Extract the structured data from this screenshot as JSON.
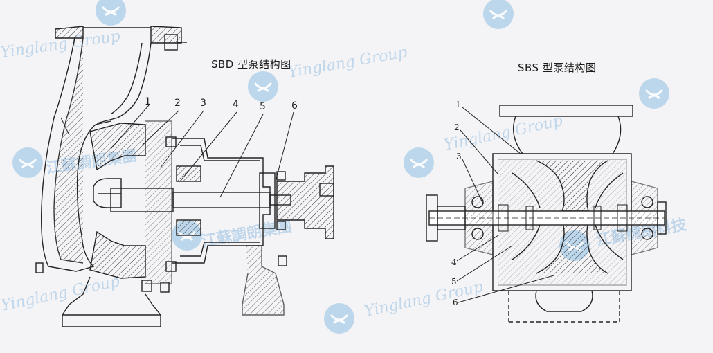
{
  "diagrams": {
    "sbd": {
      "title": "SBD 型泵结构图",
      "callouts": [
        "1",
        "2",
        "3",
        "4",
        "5",
        "6"
      ]
    },
    "sbs": {
      "title": "SBS 型泵结构图",
      "callouts": [
        "1",
        "2",
        "3",
        "4",
        "5",
        "6"
      ]
    }
  },
  "watermark": {
    "company_en": "Yinglang Group",
    "company_cn": "江蘇調朗集團",
    "company_cn_tech": "江蘇調朗科技"
  }
}
